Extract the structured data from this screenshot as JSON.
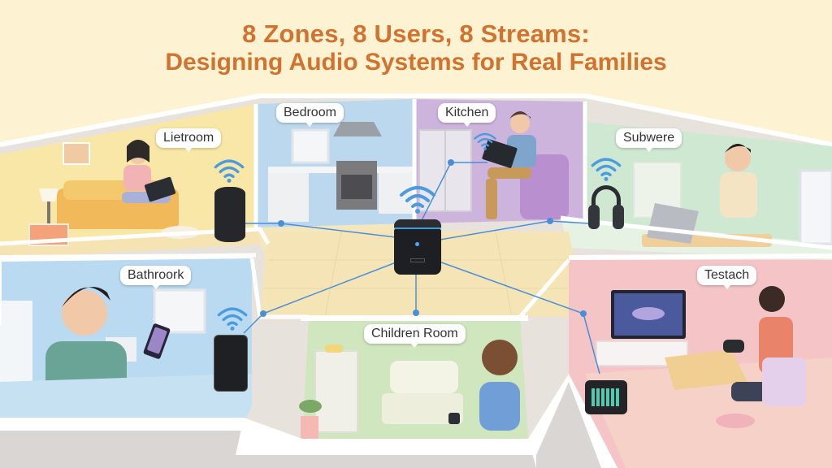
{
  "title": {
    "line1": "8 Zones, 8 Users, 8 Streams:",
    "line2": "Designing Audio Systems for Real Families"
  },
  "colors": {
    "title": "#d2722f",
    "background": "#fdf3d2",
    "connection_line": "#4a8fd6",
    "wifi": "#4a9be0",
    "living_wall": "#f8e7a6",
    "bedroom_wall": "#bcd8ee",
    "kitchen_wall": "#cdb4dd",
    "study_wall": "#cfe8d2",
    "bathroom_wall": "#b9daf0",
    "children_wall": "#cfe6bf",
    "teen_wall": "#f4c4c6"
  },
  "rooms": [
    {
      "label": "Lietroom",
      "device": "smart-speaker-cylinder",
      "activity": "woman on sofa using tablet"
    },
    {
      "label": "Bedroom",
      "device": "none",
      "activity": "kitchen counters, sink, stove"
    },
    {
      "label": "Kitchen",
      "device": "tablet",
      "activity": "man on sofa using tablet"
    },
    {
      "label": "Subwere",
      "device": "wireless-headphones",
      "activity": "man typing on laptop"
    },
    {
      "label": "Bathroork",
      "device": "smart-speaker-tower",
      "activity": "man using smartphone"
    },
    {
      "label": "Children Room",
      "device": "smartwatch",
      "activity": "boy at desk wearing smartwatch"
    },
    {
      "label": "Testach",
      "device": "audio-mixer-pad",
      "activity": "girl gaming with headphones and controller"
    }
  ],
  "hub": {
    "device": "central-audio-hub"
  }
}
